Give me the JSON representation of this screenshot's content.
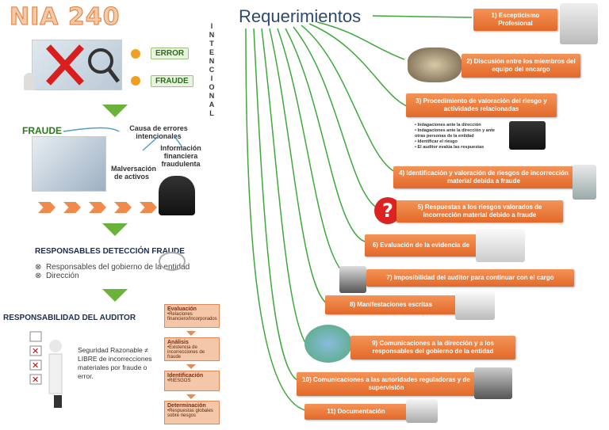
{
  "left": {
    "title": "NIA 240",
    "intencional": [
      "I",
      "N",
      "T",
      "E",
      "N",
      "C",
      "I",
      "O",
      "N",
      "A",
      "L"
    ],
    "error_label": "ERROR",
    "fraude_label": "FRAUDE",
    "fraude_heading": "FRAUDE",
    "causa": "Causa de errores intencionales",
    "malversacion": "Malversación de activos",
    "informacion": "Información financiera fraudulenta",
    "resp_deteccion_title": "RESPONSABLES DETECCIÓN FRAUDE",
    "resp_items": [
      "Responsables del gobierno de la entidad",
      "Dirección"
    ],
    "resp_auditor_title": "RESPONSABILIDAD DEL AUDITOR",
    "seguridad": "Seguridad Razonable ≠ LIBRE de incorrecciones materiales por fraude o error.",
    "side_boxes": [
      {
        "title": "Evaluación",
        "text": "•Relaciones financiero/Incorporados"
      },
      {
        "title": "Análisis",
        "text": "•Existencia de incorrecciones de fraude"
      },
      {
        "title": "Identificación",
        "text": "•RIESGOS"
      },
      {
        "title": "Determinación",
        "text": "•Respuestas globales sobre riesgos"
      }
    ]
  },
  "right": {
    "title": "Requerimientos",
    "steps": [
      "1)    Escepticismo Profesional",
      "2)  Discusión entre los miembros del equipo del encargo",
      "3)    Procedimiento de valoración del riesgo y actividades relacionadas",
      "4)   Identificación y valoración de riesgos de incorrección material debida a fraude",
      "5)    Respuestas a los riesgos valorados de incorrección material debido a fraude",
      "6)    Evaluación de la evidencia de",
      "7)    Imposibilidad del auditor para continuar con el cargo",
      "8)    Manifestaciones escritas",
      "9) Comunicaciones a la dirección y a los responsables del gobierno de la entidad",
      "10) Comunicaciones a las autoridades reguladoras y de supervisión",
      "11) Documentación"
    ],
    "sub_list": [
      "Indagaciones ante la dirección",
      "Indagaciones ante la dirección y ante otras personas de la entidad",
      "Identificar el riesgo",
      "El auditor evalúa las respuestas"
    ]
  }
}
